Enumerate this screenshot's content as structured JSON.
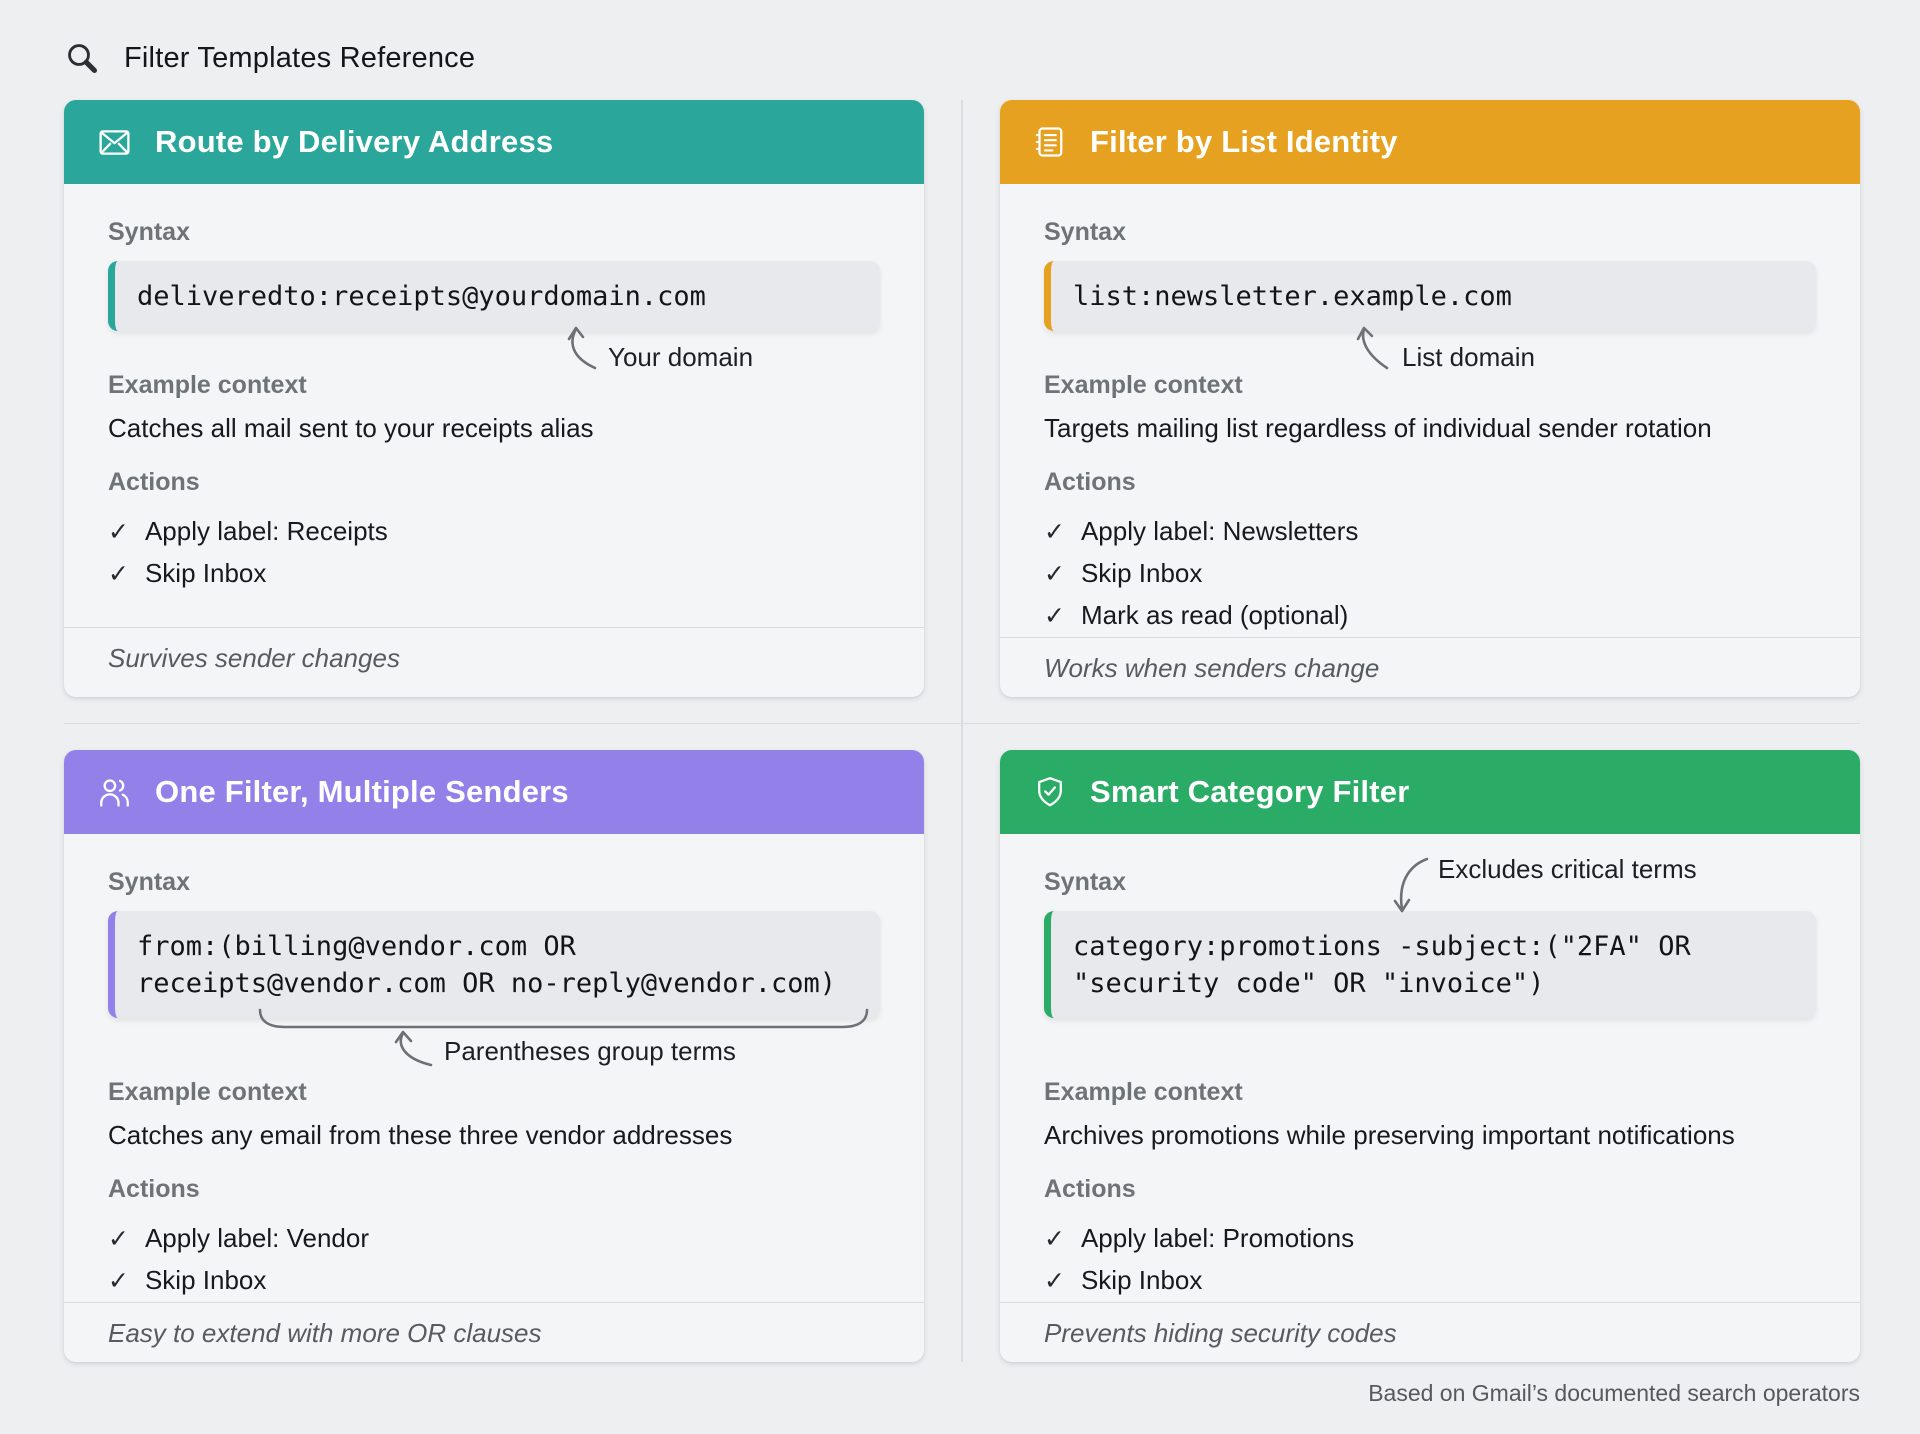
{
  "page": {
    "title": "Filter Templates Reference",
    "attribution": "Based on Gmail’s documented search operators"
  },
  "labels": {
    "syntax": "Syntax",
    "example_context": "Example context",
    "actions": "Actions",
    "check": "✓"
  },
  "cards": [
    {
      "title": "Route by Delivery Address",
      "icon": "envelope-icon",
      "accent_color": "#2BA69A",
      "code_lines": [
        "deliveredto:receipts@yourdomain.com"
      ],
      "annotation": "Your domain",
      "context": "Catches all mail sent to your receipts alias",
      "actions": [
        "Apply label: Receipts",
        "Skip Inbox"
      ],
      "footer": "Survives sender changes"
    },
    {
      "title": "Filter by List Identity",
      "icon": "list-icon",
      "accent_color": "#E5A11F",
      "code_lines": [
        "list:newsletter.example.com"
      ],
      "annotation": "List domain",
      "context": "Targets mailing list regardless of individual sender rotation",
      "actions": [
        "Apply label: Newsletters",
        "Skip Inbox",
        "Mark as read (optional)"
      ],
      "footer": "Works when senders change"
    },
    {
      "title": "One Filter, Multiple Senders",
      "icon": "users-icon",
      "accent_color": "#9381E9",
      "code_lines": [
        "from:(billing@vendor.com OR",
        "receipts@vendor.com OR no-reply@vendor.com)"
      ],
      "annotation": "Parentheses group terms",
      "context": "Catches any email from these three vendor addresses",
      "actions": [
        "Apply label: Vendor",
        "Skip Inbox"
      ],
      "footer": "Easy to extend with more OR clauses"
    },
    {
      "title": "Smart Category Filter",
      "icon": "shield-check-icon",
      "accent_color": "#2AAC67",
      "code_lines": [
        "category:promotions -subject:(\"2FA\" OR",
        "\"security code\" OR \"invoice\")"
      ],
      "annotation": "Excludes critical terms",
      "context": "Archives promotions while preserving important notifications",
      "actions": [
        "Apply label: Promotions",
        "Skip Inbox"
      ],
      "footer": "Prevents hiding security codes"
    }
  ]
}
